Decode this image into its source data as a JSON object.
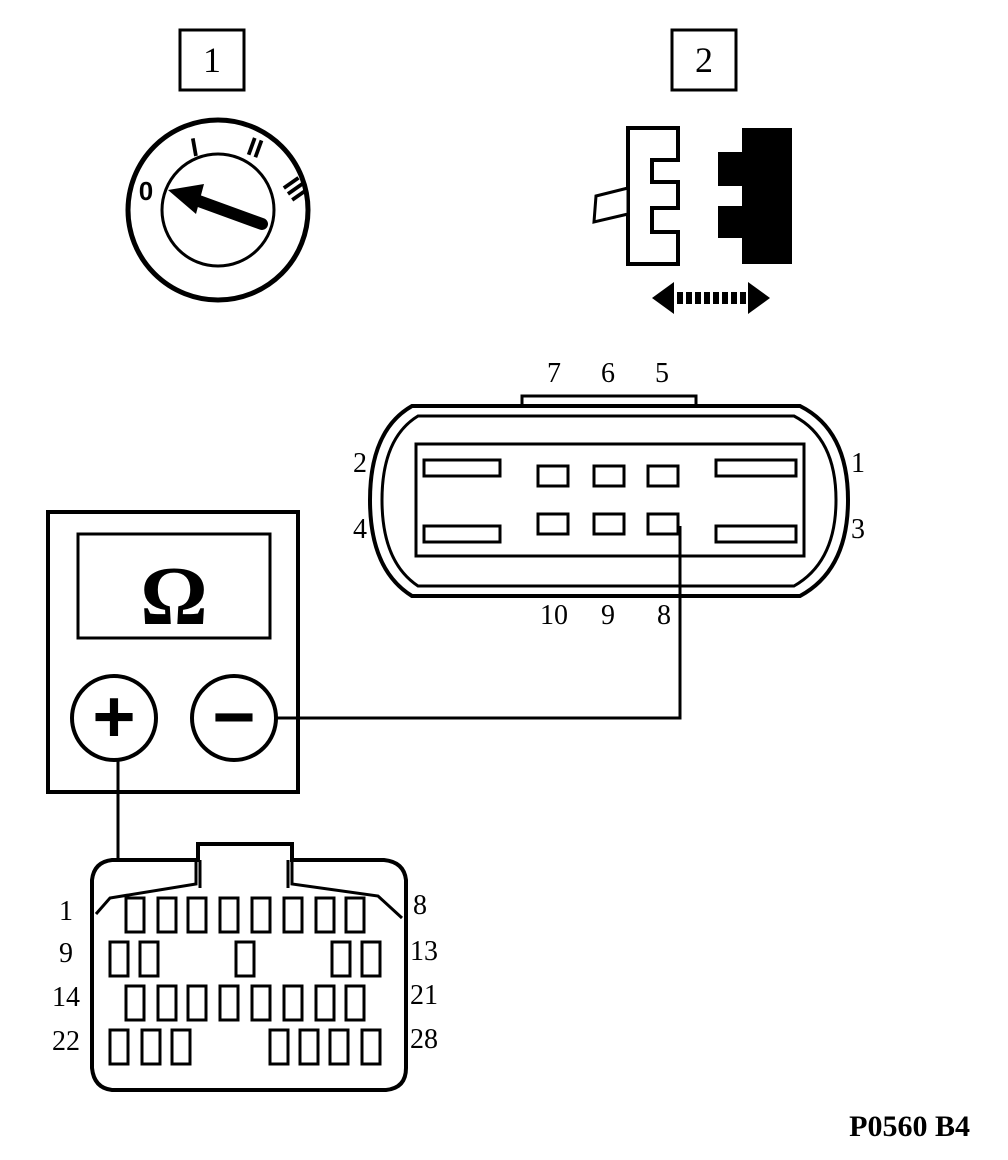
{
  "steps": [
    {
      "number": "1",
      "icon": "ignition-switch-icon",
      "positions": [
        "0",
        "I",
        "II",
        "III"
      ]
    },
    {
      "number": "2",
      "icon": "connector-disconnect-icon"
    }
  ],
  "multimeter": {
    "unit_symbol": "Ω",
    "plus_symbol": "+",
    "minus_symbol": "−"
  },
  "connector_10pin": {
    "top_labels": [
      "7",
      "6",
      "5"
    ],
    "left_labels": [
      "2",
      "4"
    ],
    "right_labels": [
      "1",
      "3"
    ],
    "bottom_labels": [
      "10",
      "9",
      "8"
    ]
  },
  "connector_28pin": {
    "left_labels": [
      "1",
      "9",
      "14",
      "22"
    ],
    "right_labels": [
      "8",
      "13",
      "21",
      "28"
    ]
  },
  "reference": "P0560 B4",
  "colors": {
    "ink": "#000000",
    "paper": "#ffffff"
  }
}
